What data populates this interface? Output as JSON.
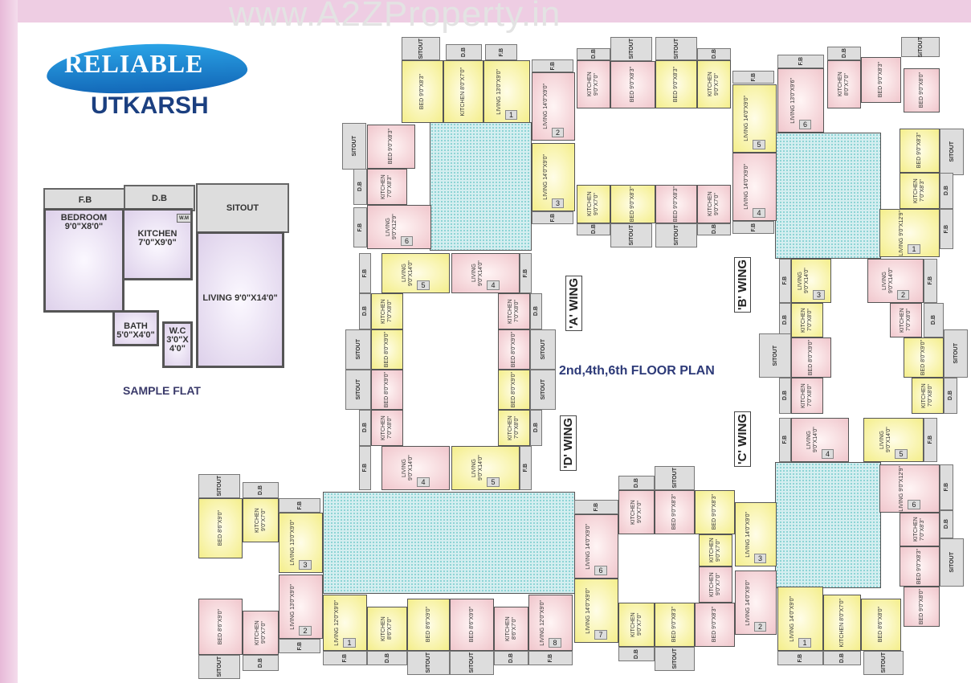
{
  "watermark": "www.A2ZProperty.in",
  "logo": {
    "top": "RELIABLE",
    "bottom": "UTKARSH"
  },
  "sample_flat": {
    "title": "SAMPLE FLAT",
    "fb": "F.B",
    "db": "D.B",
    "sitout": "SITOUT",
    "wm": "W.M",
    "bedroom": "BEDROOM 9'0\"X8'0\"",
    "kitchen": "KITCHEN 7'0\"X9'0\"",
    "living": "LIVING 9'0\"X14'0\"",
    "bath": "BATH 5'0\"X4'0\"",
    "wc": "W.C 3'0\"X 4'0\""
  },
  "plan_title": "2nd,4th,6th FLOOR PLAN",
  "wings": [
    "'A' WING",
    "'B' WING",
    "'C' WING",
    "'D' WING"
  ],
  "colors": {
    "yellow": "#f4ee8a",
    "pink": "#f0c6cc",
    "lobby": "#d4eef0",
    "utility": "#dddddd",
    "title": "#2d3a78"
  },
  "rooms": [
    {
      "label": "BED 9'0\"X8'3\"",
      "color": "yellow"
    },
    {
      "label": "KITCHEN 8'0\"X7'0\"",
      "color": "yellow"
    },
    {
      "label": "LIVING 13'0\"X9'0\"",
      "color": "yellow",
      "flat": "1"
    },
    {
      "label": "BED 9'0\"X8'3\"",
      "color": "pink"
    },
    {
      "label": "KITCHEN 7'0\"X8'3\"",
      "color": "pink"
    },
    {
      "label": "LIVING 9'0\"X12'9\"",
      "color": "pink",
      "flat": "6"
    },
    {
      "label": "LIVING 14'0\"X9'0\"",
      "color": "pink",
      "flat": "2"
    },
    {
      "label": "KITCHEN 9'0\"X7'0\"",
      "color": "pink"
    },
    {
      "label": "BED 9'0\"X8'3\"",
      "color": "pink"
    },
    {
      "label": "BED 9'0\"X8'3\"",
      "color": "yellow"
    },
    {
      "label": "KITCHEN 9'0\"X7'0\"",
      "color": "yellow"
    },
    {
      "label": "LIVING 14'0\"X9'0\"",
      "color": "yellow",
      "flat": "5"
    },
    {
      "label": "LIVING 14'0\"X9'0\"",
      "color": "yellow",
      "flat": "3"
    },
    {
      "label": "KITCHEN 9'0\"X7'0\"",
      "color": "yellow"
    },
    {
      "label": "BED 9'0\"X8'3\"",
      "color": "yellow"
    },
    {
      "label": "BED 9'0\"X8'3\"",
      "color": "pink"
    },
    {
      "label": "KITCHEN 9'0\"X7'0\"",
      "color": "pink"
    },
    {
      "label": "LIVING 14'0\"X9'0\"",
      "color": "pink",
      "flat": "4"
    },
    {
      "label": "LIVING 13'0\"X9'6\"",
      "color": "pink",
      "flat": "6"
    },
    {
      "label": "KITCHEN 8'0\"X7'0\"",
      "color": "pink"
    },
    {
      "label": "BED 9'0\"X8'3\"",
      "color": "pink"
    },
    {
      "label": "BED 9'0\"X8'0\"",
      "color": "pink"
    },
    {
      "label": "BED 9'0\"X8'3\"",
      "color": "yellow"
    },
    {
      "label": "KITCHEN 7'0\"X8'3\"",
      "color": "yellow"
    },
    {
      "label": "LIVING 9'0\"X12'9\"",
      "color": "yellow",
      "flat": "1"
    },
    {
      "label": "LIVING 9'0\"X14'0\"",
      "color": "yellow",
      "flat": "3"
    },
    {
      "label": "LIVING 9'0\"X14'0\"",
      "color": "pink",
      "flat": "2"
    },
    {
      "label": "KITCHEN 7'0\"X8'0\"",
      "color": "yellow"
    },
    {
      "label": "KITCHEN 7'0\"X8'0\"",
      "color": "pink"
    },
    {
      "label": "BED 8'0\"X9'0\"",
      "color": "pink"
    },
    {
      "label": "BED 8'0\"X9'0\"",
      "color": "yellow"
    },
    {
      "label": "KITCHEN 7'0\"X8'0\"",
      "color": "pink"
    },
    {
      "label": "KITCHEN 7'0\"X8'0\"",
      "color": "yellow"
    },
    {
      "label": "LIVING 9'0\"X14'0\"",
      "color": "pink",
      "flat": "4"
    },
    {
      "label": "LIVING 9'0\"X14'0\"",
      "color": "yellow",
      "flat": "5"
    },
    {
      "label": "LIVING 9'0\"X14'0\"",
      "color": "yellow",
      "flat": "5"
    },
    {
      "label": "LIVING 9'0\"X14'0\"",
      "color": "pink",
      "flat": "4"
    },
    {
      "label": "KITCHEN 7'0\"X8'0\"",
      "color": "yellow"
    },
    {
      "label": "KITCHEN 7'0\"X8'0\"",
      "color": "pink"
    },
    {
      "label": "BED 8'0\"X9'0\"",
      "color": "yellow"
    },
    {
      "label": "BED 8'0\"X9'0\"",
      "color": "pink"
    },
    {
      "label": "BED 8'0\"X9'0\"",
      "color": "pink"
    },
    {
      "label": "BED 8'0\"X9'0\"",
      "color": "yellow"
    },
    {
      "label": "KITCHEN 7'0\"X8'0\"",
      "color": "pink"
    },
    {
      "label": "KITCHEN 7'0\"X8'0\"",
      "color": "yellow"
    },
    {
      "label": "LIVING 9'0\"X14'0\"",
      "color": "pink",
      "flat": "4"
    },
    {
      "label": "LIVING 9'0\"X14'0\"",
      "color": "yellow",
      "flat": "5"
    },
    {
      "label": "BED 8'6\"X9'0\"",
      "color": "yellow"
    },
    {
      "label": "KITCHEN 9'0\"X7'0\"",
      "color": "yellow"
    },
    {
      "label": "LIVING 13'0\"X9'0\"",
      "color": "yellow",
      "flat": "3"
    },
    {
      "label": "BED 8'6\"X9'0\"",
      "color": "pink"
    },
    {
      "label": "KITCHEN 9'0\"X7'0\"",
      "color": "pink"
    },
    {
      "label": "LIVING 13'0\"X9'0\"",
      "color": "pink",
      "flat": "2"
    },
    {
      "label": "LIVING 12'0\"X9'0\"",
      "color": "yellow",
      "flat": "1"
    },
    {
      "label": "KITCHEN 8'6\"X7'0\"",
      "color": "yellow"
    },
    {
      "label": "BED 8'6\"X9'0\"",
      "color": "yellow"
    },
    {
      "label": "BED 8'6\"X9'0\"",
      "color": "pink"
    },
    {
      "label": "KITCHEN 8'6\"X7'0\"",
      "color": "pink"
    },
    {
      "label": "LIVING 12'0\"X9'0\"",
      "color": "pink",
      "flat": "8"
    },
    {
      "label": "LIVING 14'0\"X9'0\"",
      "color": "pink",
      "flat": "6"
    },
    {
      "label": "KITCHEN 9'0\"X7'0\"",
      "color": "pink"
    },
    {
      "label": "BED 9'0\"X8'3\"",
      "color": "pink"
    },
    {
      "label": "BED 9'0\"X8'3\"",
      "color": "yellow"
    },
    {
      "label": "KITCHEN 9'0\"X7'0\"",
      "color": "yellow"
    },
    {
      "label": "LIVING 14'0\"X9'0\"",
      "color": "yellow",
      "flat": "3"
    },
    {
      "label": "LIVING 14'0\"X9'0\"",
      "color": "yellow",
      "flat": "7"
    },
    {
      "label": "KITCHEN 9'0\"X7'0\"",
      "color": "yellow"
    },
    {
      "label": "BED 9'0\"X8'3\"",
      "color": "yellow"
    },
    {
      "label": "BED 9'0\"X8'3\"",
      "color": "pink"
    },
    {
      "label": "KITCHEN 9'0\"X7'0\"",
      "color": "pink"
    },
    {
      "label": "LIVING 14'0\"X9'0\"",
      "color": "pink",
      "flat": "2"
    },
    {
      "label": "LIVING 9'0\"X12'9\"",
      "color": "pink",
      "flat": "6"
    },
    {
      "label": "KITCHEN 7'0\"X8'3\"",
      "color": "pink"
    },
    {
      "label": "BED 9'0\"X8'3\"",
      "color": "pink"
    },
    {
      "label": "LIVING 14'0\"X9'0\"",
      "color": "yellow",
      "flat": "1"
    },
    {
      "label": "KITCHEN 8'0\"X7'0\"",
      "color": "yellow"
    },
    {
      "label": "BED 8'6\"X8'0\"",
      "color": "yellow"
    },
    {
      "label": "BED 9'0\"X8'0\"",
      "color": "pink"
    }
  ],
  "utility_labels": {
    "sitout": "SITOUT",
    "db": "D.B",
    "fb": "F.B"
  }
}
